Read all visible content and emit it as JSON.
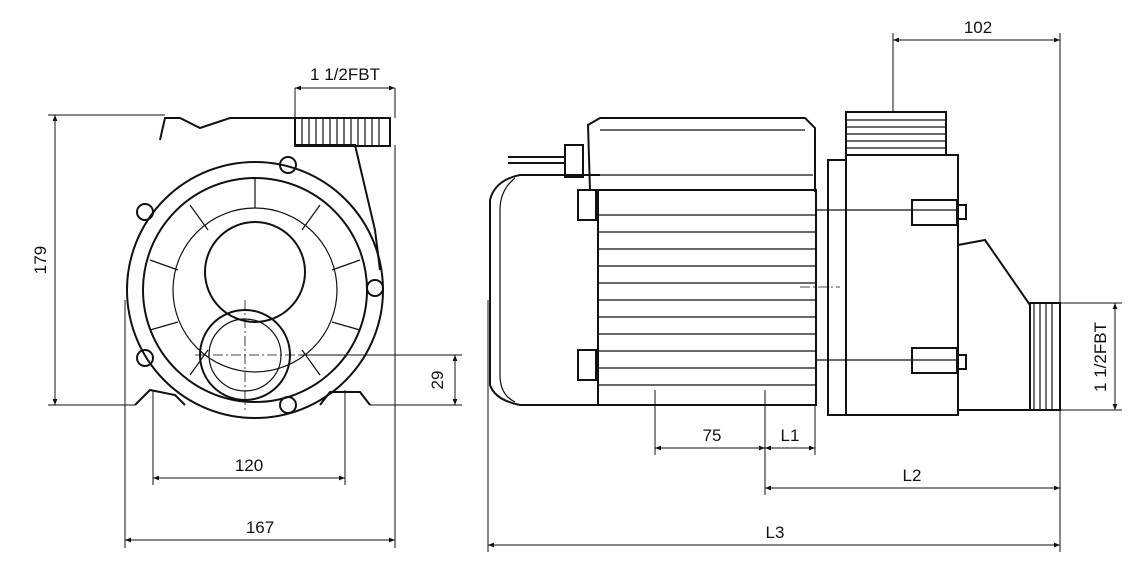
{
  "front_view": {
    "outlet_thread": "1 1/2FBT",
    "height": "179",
    "inlet_center_height": "29",
    "foot_spacing": "120",
    "width": "167"
  },
  "side_view": {
    "outlet_offset": "102",
    "inlet_thread": "1  1/2FBT",
    "foot_dim": "75",
    "l1": "L1",
    "l2": "L2",
    "l3": "L3"
  }
}
